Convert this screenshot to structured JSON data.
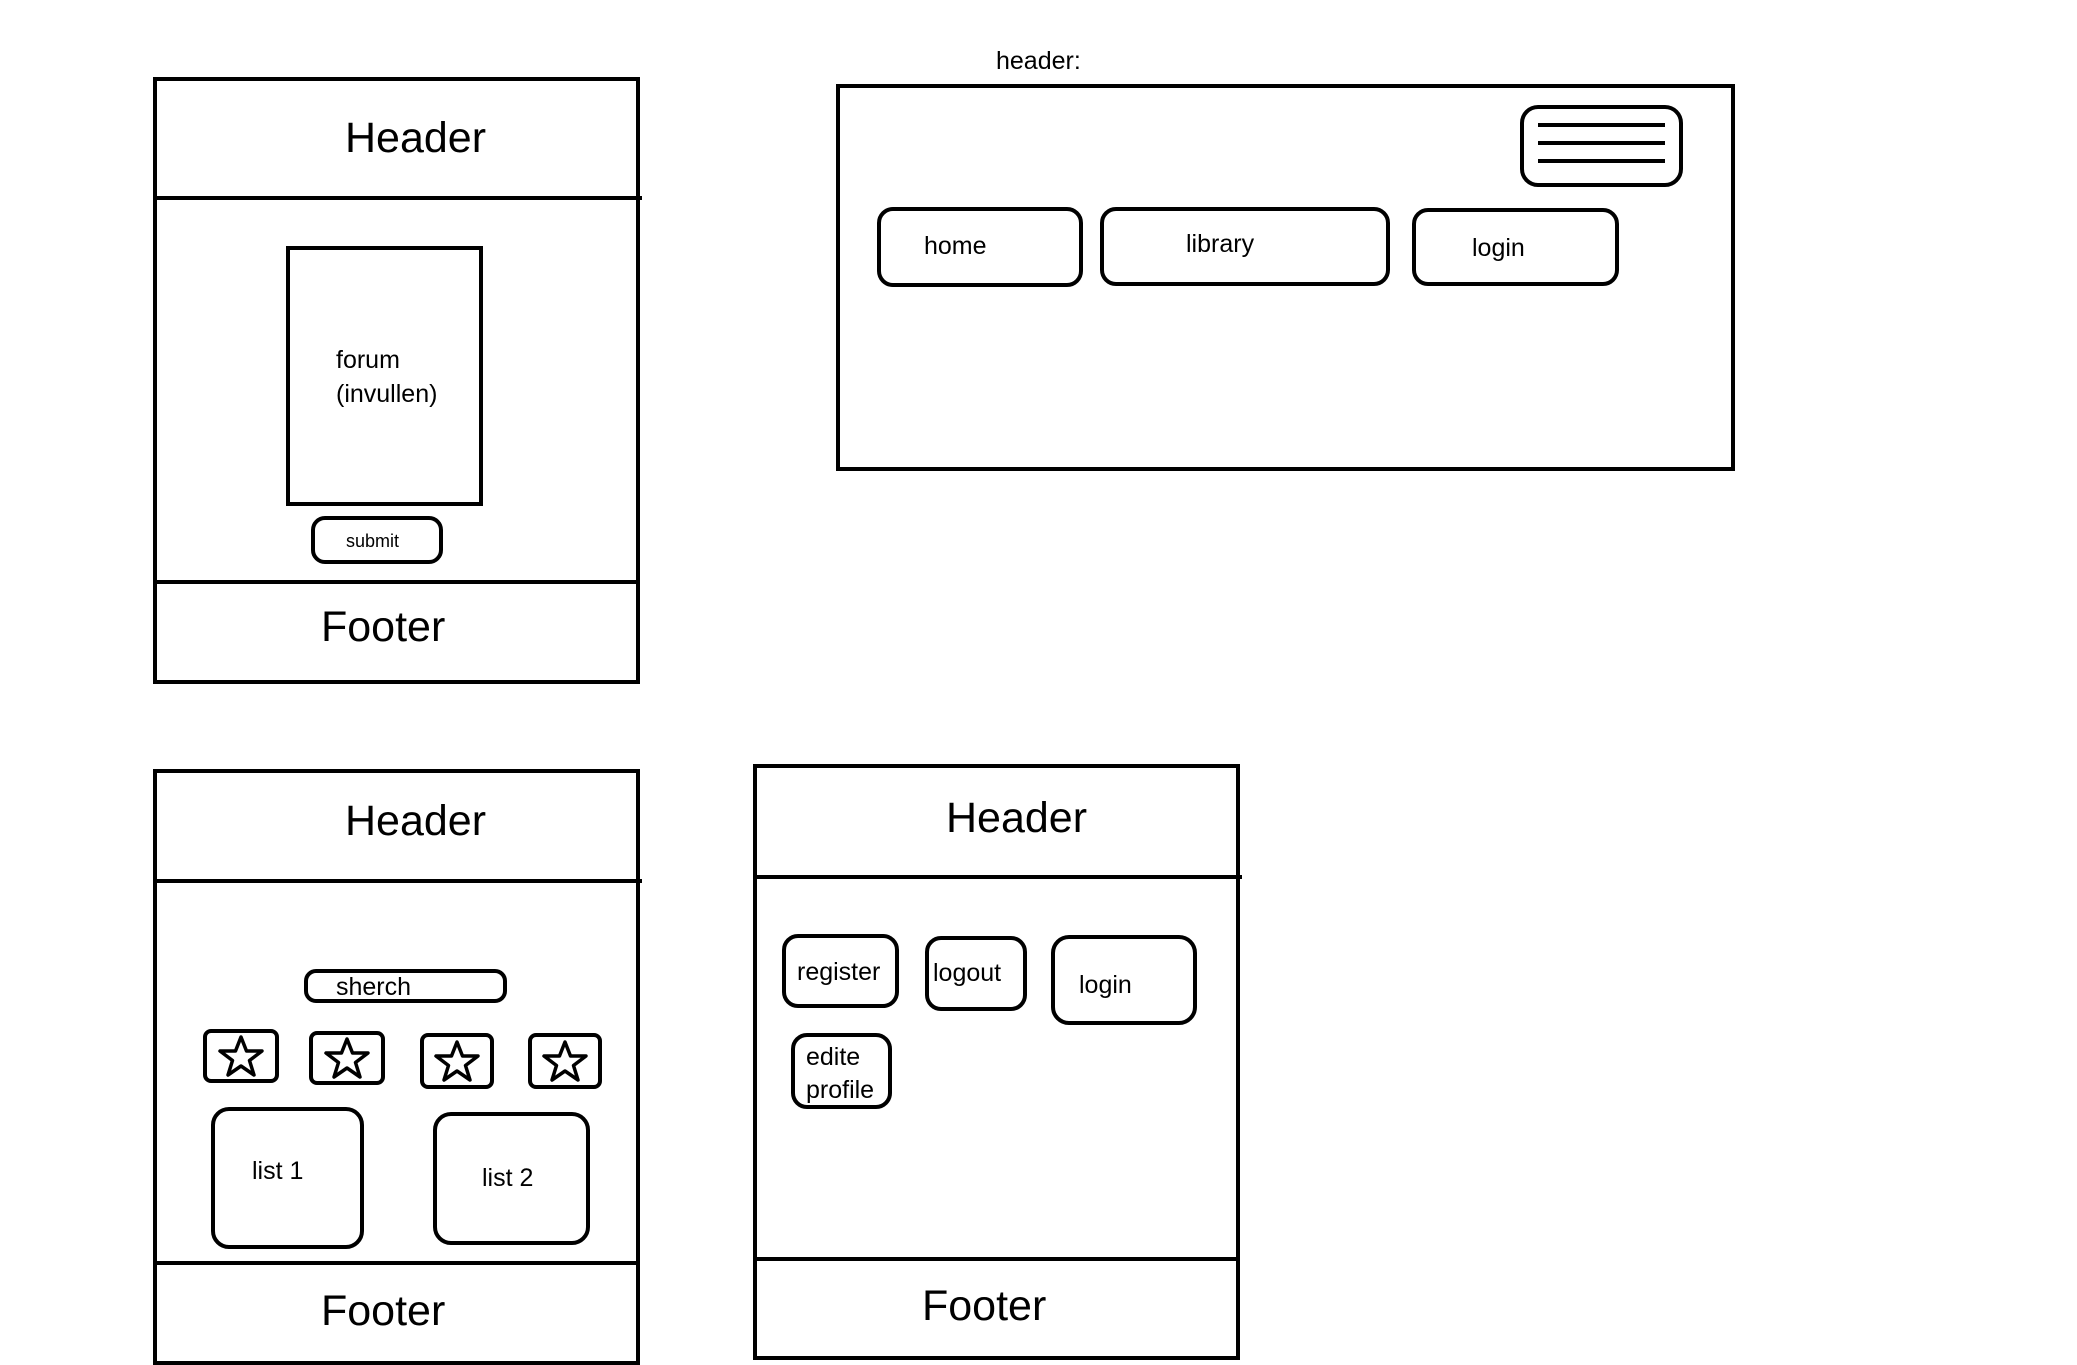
{
  "wireframe_forum": {
    "header": "Header",
    "form": {
      "line1": "forum",
      "line2": "(invullen)"
    },
    "submit": "submit",
    "footer": "Footer"
  },
  "header_detail": {
    "caption": "header:",
    "menu_icon": "hamburger-menu-icon",
    "nav": {
      "home": "home",
      "library": "library",
      "login": "login"
    }
  },
  "wireframe_library": {
    "header": "Header",
    "search": "sherch",
    "star_icons": [
      "star-icon",
      "star-icon",
      "star-icon",
      "star-icon"
    ],
    "list1": "list 1",
    "list2": "list 2",
    "footer": "Footer"
  },
  "wireframe_account": {
    "header": "Header",
    "register": "register",
    "logout": "logout",
    "login": "login",
    "edit_profile": {
      "line1": "edite",
      "line2": "profile"
    },
    "footer": "Footer"
  }
}
